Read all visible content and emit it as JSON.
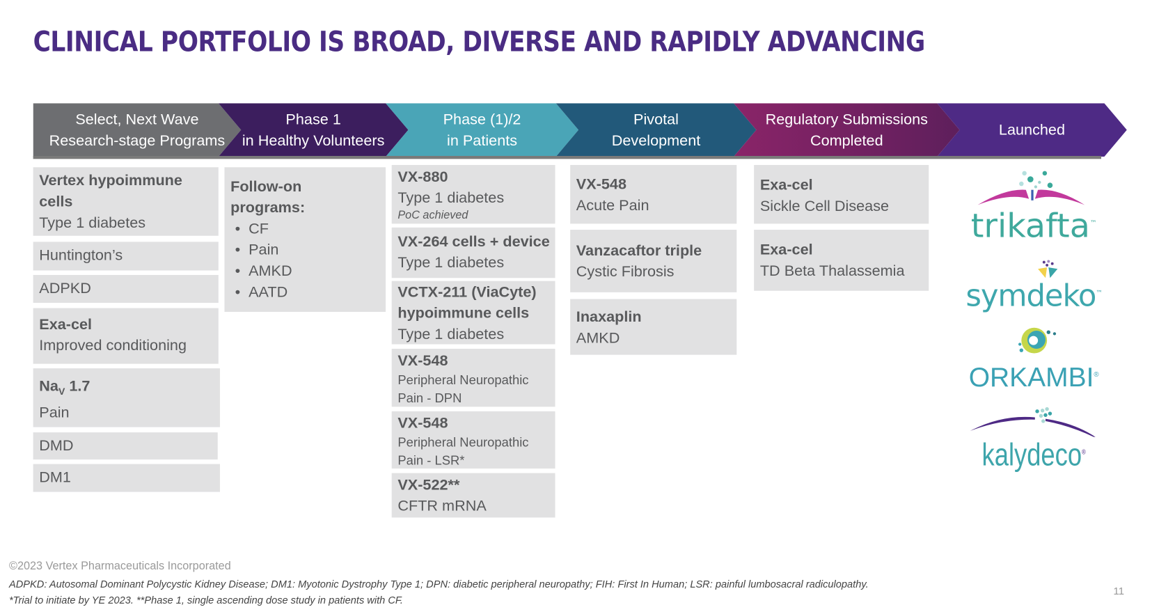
{
  "title": "CLINICAL PORTFOLIO IS BROAD, DIVERSE AND RAPIDLY ADVANCING",
  "stages": [
    {
      "line1": "Select, Next Wave",
      "line2": "Research-stage Programs",
      "color": "#6d6e71"
    },
    {
      "line1": "Phase 1",
      "line2": "in Healthy Volunteers",
      "color": "#3c1e5e"
    },
    {
      "line1": "Phase (1)/2",
      "line2": "in Patients",
      "color": "#4aa5b7"
    },
    {
      "line1": "Pivotal",
      "line2": "Development",
      "color": "#22597a"
    },
    {
      "line1": "Regulatory Submissions",
      "line2": "Completed",
      "color": "#7a2163"
    },
    {
      "line1": "Launched",
      "line2": "",
      "color": "#4e2a85"
    }
  ],
  "research": [
    {
      "name": "Vertex hypoimmune cells",
      "sub": "Type 1 diabetes"
    },
    {
      "name": "",
      "sub": "Huntington’s"
    },
    {
      "name": "",
      "sub": "ADPKD"
    },
    {
      "name": "Exa-cel",
      "sub": "Improved conditioning"
    },
    {
      "name": "Na",
      "name_sub": "V",
      "name_rest": " 1.7",
      "sub": "Pain"
    },
    {
      "name": "",
      "sub": "DMD"
    },
    {
      "name": "",
      "sub": "DM1"
    }
  ],
  "phase1": {
    "heading": "Follow-on programs:",
    "bullets": [
      "CF",
      "Pain",
      "AMKD",
      "AATD"
    ]
  },
  "phase2": [
    {
      "name": "VX-880",
      "sub": "Type 1 diabetes",
      "note": "PoC achieved"
    },
    {
      "name": "VX-264 cells + device",
      "sub": "Type 1 diabetes"
    },
    {
      "name": "VCTX-211 (ViaCyte) hypoimmune cells",
      "sub": "Type 1 diabetes"
    },
    {
      "name": "VX-548",
      "sub": "Peripheral Neuropathic Pain - DPN"
    },
    {
      "name": "VX-548",
      "sub": "Peripheral Neuropathic Pain - LSR*"
    },
    {
      "name": "VX-522**",
      "sub": "CFTR mRNA"
    }
  ],
  "pivotal": [
    {
      "name": "VX-548",
      "sub": "Acute Pain"
    },
    {
      "name": "Vanzacaftor triple",
      "sub": "Cystic Fibrosis"
    },
    {
      "name": "Inaxaplin",
      "sub": "AMKD"
    }
  ],
  "regulatory": [
    {
      "name": "Exa-cel",
      "sub": "Sickle Cell Disease"
    },
    {
      "name": "Exa-cel",
      "sub": "TD Beta Thalassemia"
    }
  ],
  "launched": [
    {
      "name": "trikafta",
      "mark": "™"
    },
    {
      "name": "symdeko",
      "mark": "™"
    },
    {
      "name": "ORKAMBI",
      "mark": "®"
    },
    {
      "name": "kalydeco",
      "mark": "®"
    }
  ],
  "footer": {
    "copyright": "©2023 Vertex Pharmaceuticals Incorporated",
    "note1": "ADPKD: Autosomal Dominant Polycystic Kidney Disease; DM1: Myotonic Dystrophy Type 1; DPN: diabetic peripheral neuropathy; FIH: First In Human; LSR: painful lumbosacral radiculopathy.",
    "note2": "*Trial to initiate by YE 2023. **Phase 1, single ascending dose study in patients with CF.",
    "page": "11"
  }
}
